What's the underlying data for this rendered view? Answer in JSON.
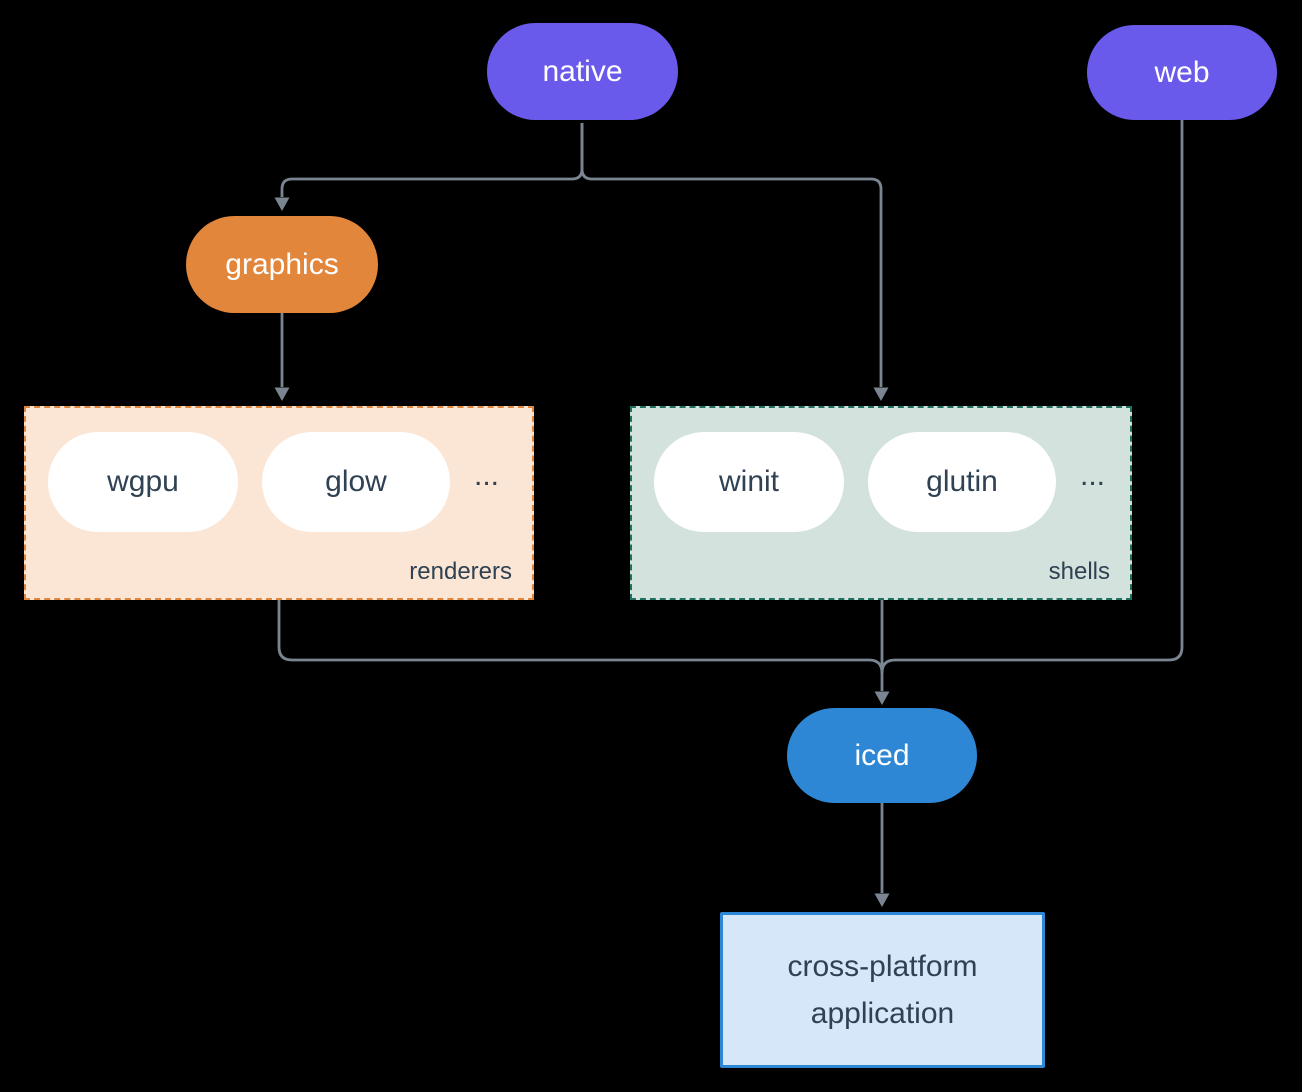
{
  "diagram": {
    "nodes": {
      "native": "native",
      "web": "web",
      "graphics": "graphics",
      "iced": "iced",
      "application": [
        "cross-platform",
        "application"
      ]
    },
    "renderers": {
      "label": "renderers",
      "items": [
        "wgpu",
        "glow"
      ],
      "more": "..."
    },
    "shells": {
      "label": "shells",
      "items": [
        "winit",
        "glutin"
      ],
      "more": "..."
    },
    "colors": {
      "purple": "#6a5aec",
      "orange": "#e2863c",
      "blue": "#2e87d5",
      "renderers-bg": "#fbe6d6",
      "renderers-border": "#e2863c",
      "shells-bg": "#d3e2dc",
      "shells-border": "#20705f",
      "app-bg": "#d5e7f8",
      "app-border": "#2e87d5",
      "line": "#7a8591",
      "ink": "#2f4152",
      "pill-text": "#ffffff",
      "bg": "#000000"
    }
  }
}
